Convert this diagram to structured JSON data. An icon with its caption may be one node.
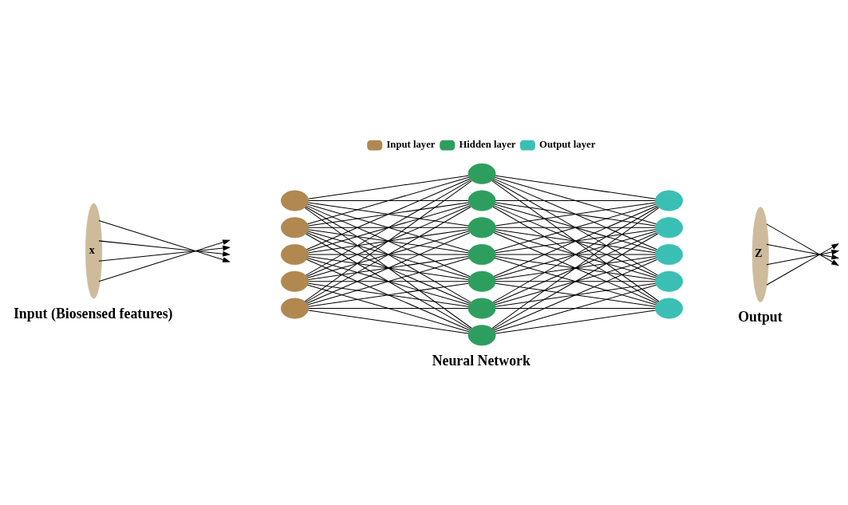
{
  "diagram": {
    "nodes": [
      {
        "text": [
          "x"
        ],
        "beside": [
          "Input (Biosensed features)"
        ]
      },
      {
        "text": [],
        "shape": "circle"
      },
      {
        "text": [],
        "shape": "circle"
      },
      {
        "text": [],
        "shape": "circle"
      },
      {
        "text": [],
        "shape": "circle"
      },
      {
        "text": [],
        "shape": "circle"
      },
      {
        "text": [],
        "shape": "circle"
      },
      {
        "text": [],
        "shape": "circle"
      },
      {
        "text": [],
        "shape": "circle"
      },
      {
        "text": [],
        "shape": "circle"
      },
      {
        "text": [],
        "shape": "circle"
      },
      {
        "text": [],
        "shape": "circle"
      },
      {
        "text": [],
        "shape": "circle"
      },
      {
        "text": [],
        "shape": "circle"
      },
      {
        "text": [],
        "shape": "circle"
      },
      {
        "text": [],
        "shape": "circle"
      },
      {
        "text": [],
        "shape": "circle"
      },
      {
        "text": [],
        "shape": "circle"
      },
      {
        "text": [
          "Z"
        ],
        "beside": [
          "Output"
        ]
      }
    ],
    "edges": [
      {
        "from": 0,
        "to": null,
        "arrow": "to"
      },
      {
        "from": 0,
        "to": null,
        "arrow": "to"
      },
      {
        "from": 0,
        "to": null,
        "arrow": "to"
      },
      {
        "from": 0,
        "to": null,
        "arrow": "to"
      },
      {
        "from": 1,
        "to": 6,
        "arrow": "none"
      },
      {
        "from": 1,
        "to": 7,
        "arrow": "none"
      },
      {
        "from": 1,
        "to": 8,
        "arrow": "none"
      },
      {
        "from": 1,
        "to": 9,
        "arrow": "none"
      },
      {
        "from": 1,
        "to": 10,
        "arrow": "none"
      },
      {
        "from": 1,
        "to": 11,
        "arrow": "none"
      },
      {
        "from": 1,
        "to": 12,
        "arrow": "none"
      },
      {
        "from": 2,
        "to": 6,
        "arrow": "none"
      },
      {
        "from": 2,
        "to": 7,
        "arrow": "none"
      },
      {
        "from": 2,
        "to": 8,
        "arrow": "none"
      },
      {
        "from": 2,
        "to": 9,
        "arrow": "none"
      },
      {
        "from": 2,
        "to": 10,
        "arrow": "none"
      },
      {
        "from": 2,
        "to": 11,
        "arrow": "none"
      },
      {
        "from": 2,
        "to": 12,
        "arrow": "none"
      },
      {
        "from": 3,
        "to": 6,
        "arrow": "none"
      },
      {
        "from": 3,
        "to": 7,
        "arrow": "none"
      },
      {
        "from": 3,
        "to": 8,
        "arrow": "none"
      },
      {
        "from": 3,
        "to": 9,
        "arrow": "none"
      },
      {
        "from": 3,
        "to": 10,
        "arrow": "none"
      },
      {
        "from": 3,
        "to": 11,
        "arrow": "none"
      },
      {
        "from": 3,
        "to": 12,
        "arrow": "none"
      },
      {
        "from": 4,
        "to": 6,
        "arrow": "none"
      },
      {
        "from": 4,
        "to": 7,
        "arrow": "none"
      },
      {
        "from": 4,
        "to": 8,
        "arrow": "none"
      },
      {
        "from": 4,
        "to": 9,
        "arrow": "none"
      },
      {
        "from": 4,
        "to": 10,
        "arrow": "none"
      },
      {
        "from": 4,
        "to": 11,
        "arrow": "none"
      },
      {
        "from": 4,
        "to": 12,
        "arrow": "none"
      },
      {
        "from": 5,
        "to": 6,
        "arrow": "none"
      },
      {
        "from": 5,
        "to": 7,
        "arrow": "none"
      },
      {
        "from": 5,
        "to": 8,
        "arrow": "none"
      },
      {
        "from": 5,
        "to": 9,
        "arrow": "none"
      },
      {
        "from": 5,
        "to": 10,
        "arrow": "none"
      },
      {
        "from": 5,
        "to": 11,
        "arrow": "none"
      },
      {
        "from": 5,
        "to": 12,
        "arrow": "none"
      },
      {
        "from": 6,
        "to": 13,
        "arrow": "none"
      },
      {
        "from": 6,
        "to": 14,
        "arrow": "none"
      },
      {
        "from": 6,
        "to": 15,
        "arrow": "none"
      },
      {
        "from": 6,
        "to": 16,
        "arrow": "none"
      },
      {
        "from": 6,
        "to": 17,
        "arrow": "none"
      },
      {
        "from": 7,
        "to": 13,
        "arrow": "none"
      },
      {
        "from": 7,
        "to": 14,
        "arrow": "none"
      },
      {
        "from": 7,
        "to": 15,
        "arrow": "none"
      },
      {
        "from": 7,
        "to": 16,
        "arrow": "none"
      },
      {
        "from": 7,
        "to": 17,
        "arrow": "none"
      },
      {
        "from": 8,
        "to": 13,
        "arrow": "none"
      },
      {
        "from": 8,
        "to": 14,
        "arrow": "none"
      },
      {
        "from": 8,
        "to": 15,
        "arrow": "none"
      },
      {
        "from": 8,
        "to": 16,
        "arrow": "none"
      },
      {
        "from": 8,
        "to": 17,
        "arrow": "none"
      },
      {
        "from": 9,
        "to": 13,
        "arrow": "none"
      },
      {
        "from": 9,
        "to": 14,
        "arrow": "none"
      },
      {
        "from": 9,
        "to": 15,
        "arrow": "none"
      },
      {
        "from": 9,
        "to": 16,
        "arrow": "none"
      },
      {
        "from": 9,
        "to": 17,
        "arrow": "none"
      },
      {
        "from": 10,
        "to": 13,
        "arrow": "none"
      },
      {
        "from": 10,
        "to": 14,
        "arrow": "none"
      },
      {
        "from": 10,
        "to": 15,
        "arrow": "none"
      },
      {
        "from": 10,
        "to": 16,
        "arrow": "none"
      },
      {
        "from": 10,
        "to": 17,
        "arrow": "none"
      },
      {
        "from": 11,
        "to": 13,
        "arrow": "none"
      },
      {
        "from": 11,
        "to": 14,
        "arrow": "none"
      },
      {
        "from": 11,
        "to": 15,
        "arrow": "none"
      },
      {
        "from": 11,
        "to": 16,
        "arrow": "none"
      },
      {
        "from": 11,
        "to": 17,
        "arrow": "none"
      },
      {
        "from": 12,
        "to": 13,
        "arrow": "none"
      },
      {
        "from": 12,
        "to": 14,
        "arrow": "none"
      },
      {
        "from": 12,
        "to": 15,
        "arrow": "none"
      },
      {
        "from": 12,
        "to": 16,
        "arrow": "none"
      },
      {
        "from": 12,
        "to": 17,
        "arrow": "none"
      },
      {
        "from": 18,
        "to": null,
        "arrow": "to"
      },
      {
        "from": 18,
        "to": null,
        "arrow": "to"
      },
      {
        "from": 18,
        "to": null,
        "arrow": "to"
      },
      {
        "from": 18,
        "to": null,
        "arrow": "to"
      }
    ],
    "labels": [
      "Neural Network"
    ],
    "legend": [
      {
        "text": "Input layer",
        "color": "#b08850"
      },
      {
        "text": "Hidden layer",
        "color": "#2e9e5e"
      },
      {
        "text": "Output layer",
        "color": "#3bbfb5"
      }
    ]
  }
}
